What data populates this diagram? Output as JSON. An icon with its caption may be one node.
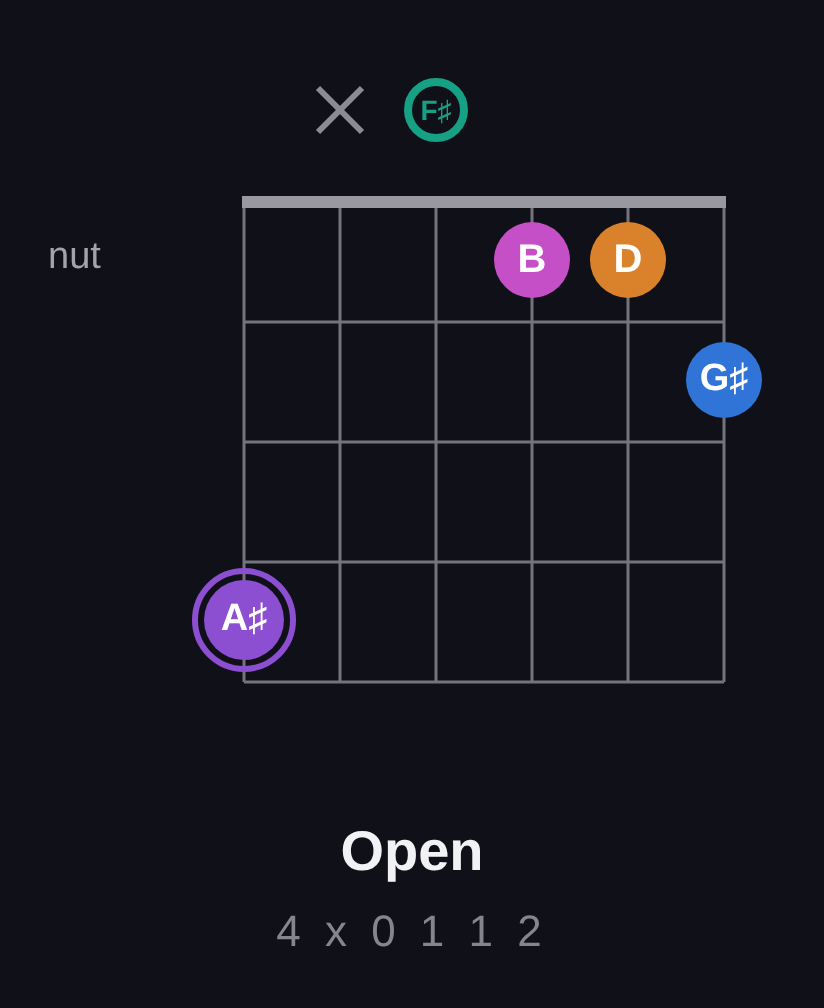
{
  "diagram": {
    "title": "Open",
    "caption": "4 x 0 1 1 2",
    "nodes": [
      {
        "text": [
          "F♯"
        ]
      },
      {
        "text": [
          "B"
        ]
      },
      {
        "text": [
          "D"
        ]
      },
      {
        "text": [
          "G♯"
        ]
      },
      {
        "text": [
          "A♯"
        ]
      }
    ],
    "labels": [
      "nut"
    ]
  }
}
